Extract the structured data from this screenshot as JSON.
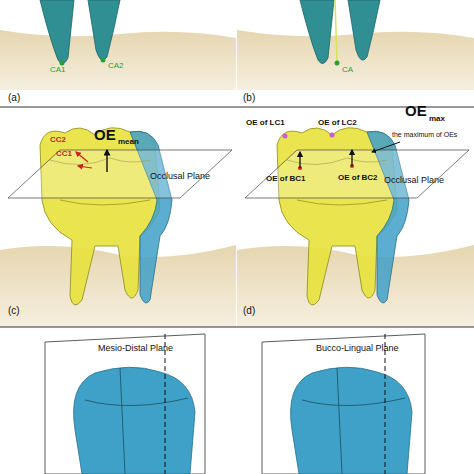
{
  "diagram": {
    "labels": [
      "CA1",
      "CA2",
      "(a)",
      "CA",
      "(b)",
      "CC2",
      "CC1",
      "OE",
      "mean",
      "Occlusal Plane",
      "(c)",
      "OE of LC1",
      "OE of LC2",
      "OE",
      "max",
      "the maximum of OEs",
      "OE of BC1",
      "OE of BC2",
      "Occlusal Plane",
      "(d)",
      "Mesio-Distal Plane",
      "Bucco-Lingual Plane"
    ]
  }
}
